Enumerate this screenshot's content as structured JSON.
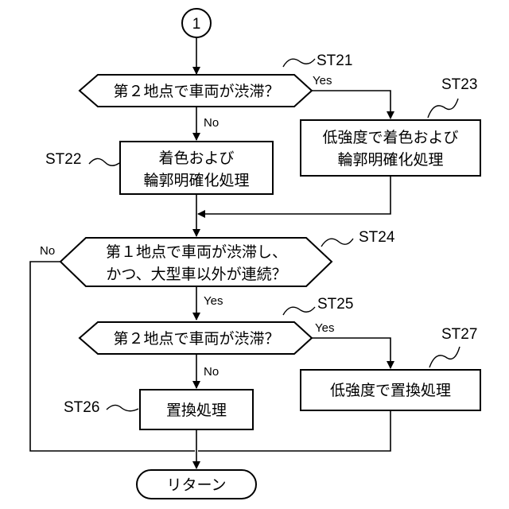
{
  "connector": "1",
  "steps": {
    "st21": {
      "label": "ST21",
      "text": "第２地点で車両が渋滞？",
      "yes": "Yes",
      "no": "No"
    },
    "st22": {
      "label": "ST22",
      "line1": "着色および",
      "line2": "輪郭明確化処理"
    },
    "st23": {
      "label": "ST23",
      "line1": "低強度で着色および",
      "line2": "輪郭明確化処理"
    },
    "st24": {
      "label": "ST24",
      "line1": "第１地点で車両が渋滞し、",
      "line2": "かつ、大型車以外が連続？",
      "yes": "Yes",
      "no": "No"
    },
    "st25": {
      "label": "ST25",
      "text": "第２地点で車両が渋滞？",
      "yes": "Yes",
      "no": "No"
    },
    "st26": {
      "label": "ST26",
      "text": "置換処理"
    },
    "st27": {
      "label": "ST27",
      "text": "低強度で置換処理"
    }
  },
  "terminal": "リターン"
}
